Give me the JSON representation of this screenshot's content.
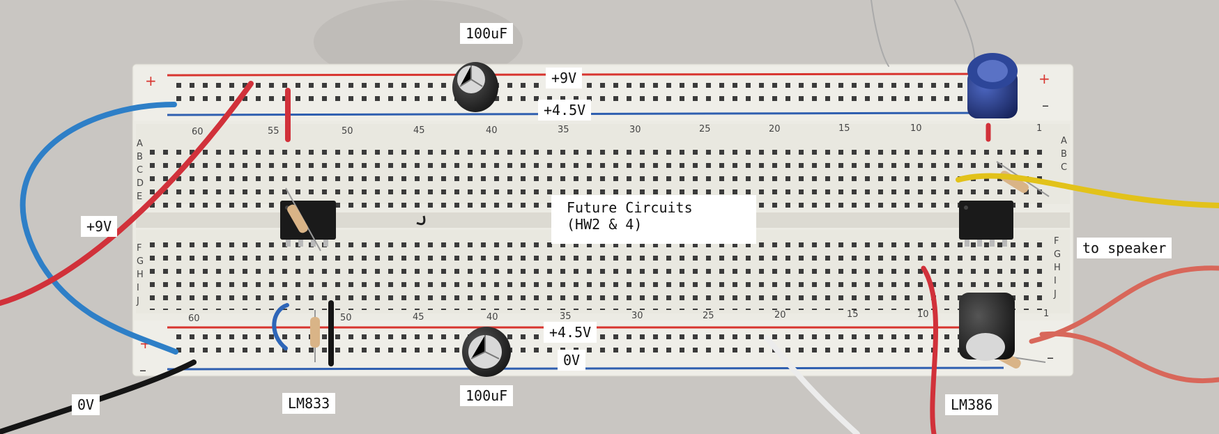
{
  "annotations": {
    "cap_top": "100uF",
    "rail_top_plus": "+9V",
    "rail_top_mid": "+4.5V",
    "wire_left": "+9V",
    "future": "Future Circuits\n(HW2 & 4)",
    "to_speaker": "to speaker",
    "rail_bottom_mid": "+4.5V",
    "rail_bottom_zero": "0V",
    "ground_left": "0V",
    "chip_left": "LM833",
    "cap_bottom": "100uF",
    "chip_right": "LM386"
  },
  "breadboard": {
    "rail_plus_symbol": "+",
    "rail_minus_symbol": "–",
    "row_letters_top": [
      "A",
      "B",
      "C",
      "D",
      "E"
    ],
    "row_letters_bottom": [
      "F",
      "G",
      "H",
      "I",
      "J"
    ],
    "column_numbers": [
      "60",
      "55",
      "50",
      "45",
      "40",
      "35",
      "30",
      "25",
      "20",
      "15",
      "10",
      "1"
    ]
  },
  "colors": {
    "board": "#ecebe4",
    "hole": "#3a3a3a",
    "rail_red": "#d8352f",
    "rail_blue": "#2f5fb0",
    "wire_blue": "#2e7fc7",
    "wire_red": "#d1313a",
    "wire_yellow": "#e2c21a",
    "wire_black": "#151515",
    "wire_white": "#ececec",
    "cap_black": "#1e1e1e",
    "cap_blue": "#233a87"
  }
}
